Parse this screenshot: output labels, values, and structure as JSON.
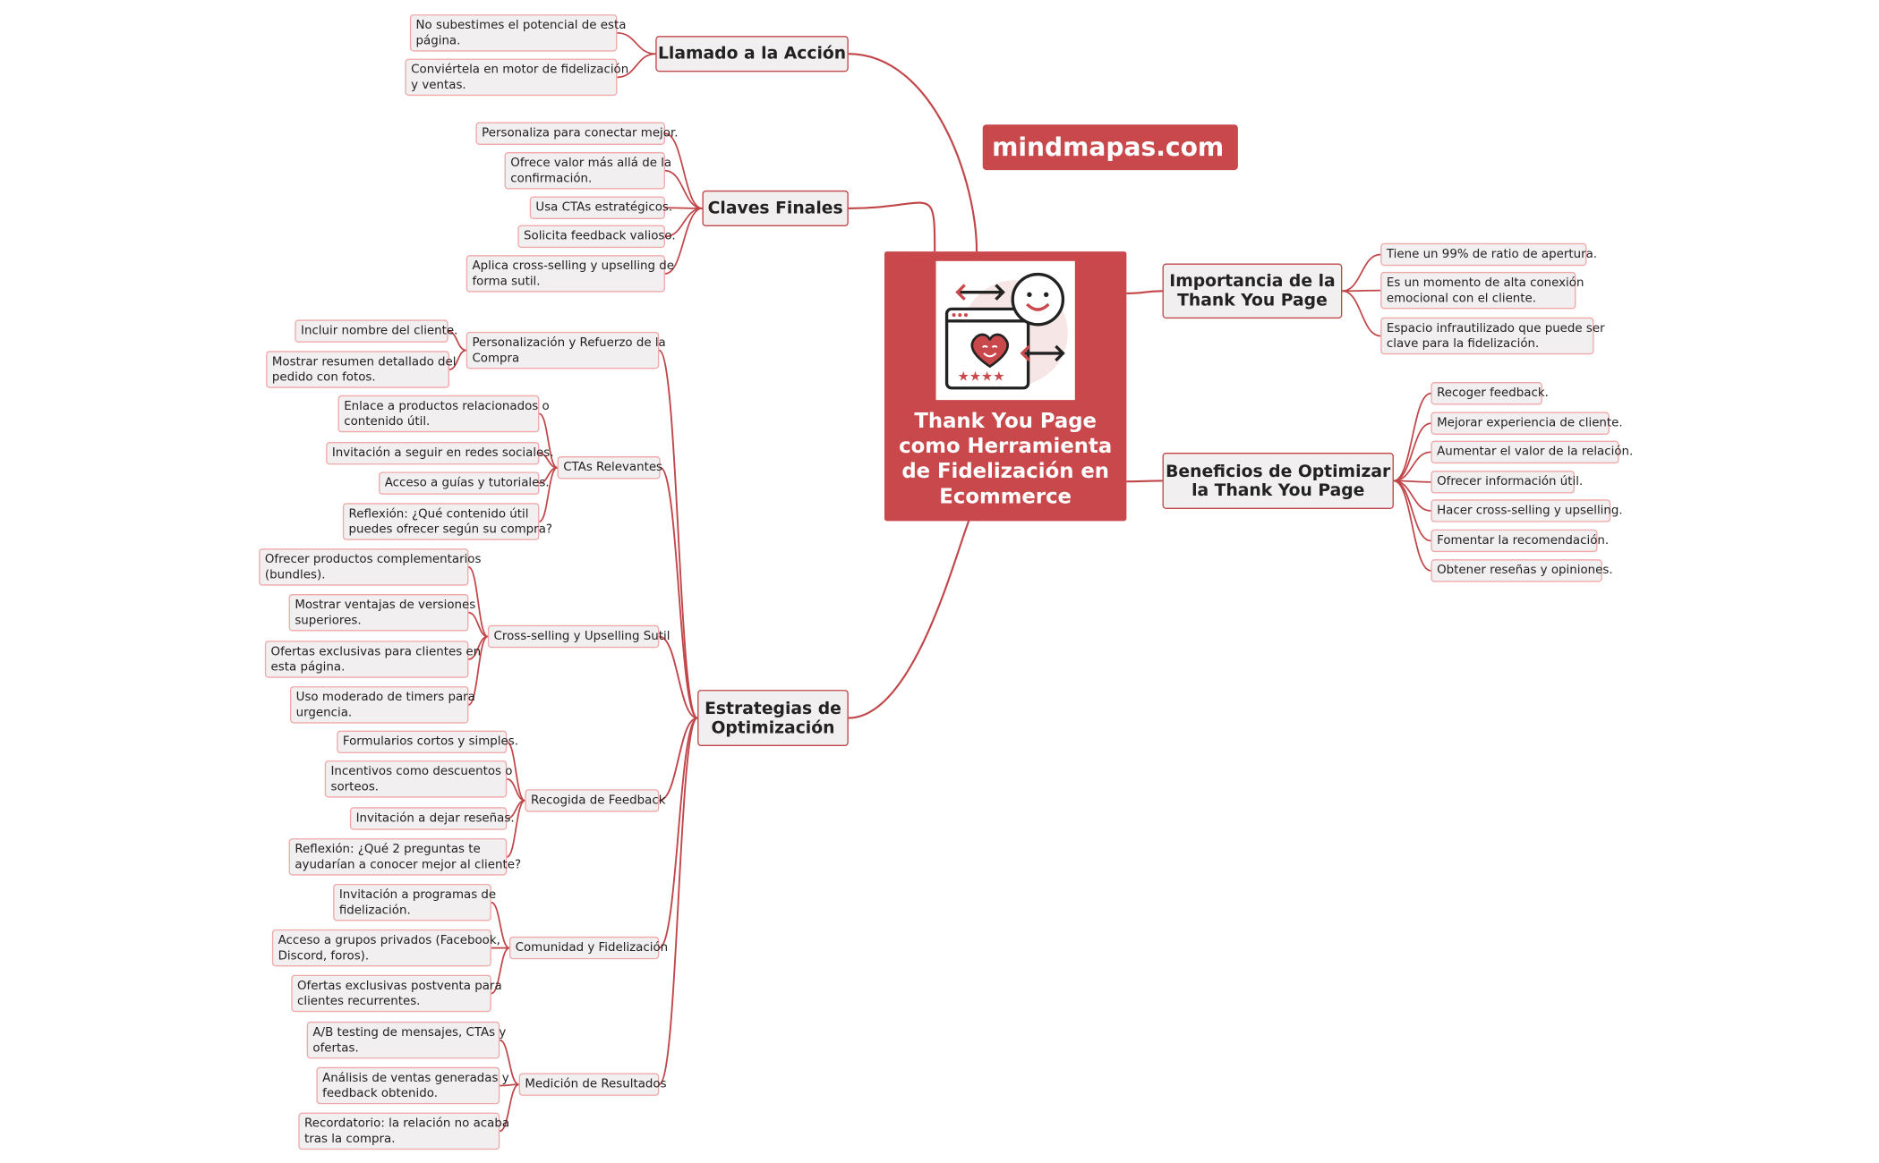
{
  "brand": {
    "label": "mindmapas.com"
  },
  "central": {
    "title_lines": [
      "Thank You Page",
      "como Herramienta",
      "de Fidelización en",
      "Ecommerce"
    ]
  },
  "branches": [
    {
      "title_lines": [
        "Llamado a la Acción"
      ],
      "items": [
        {
          "lines": [
            "No subestimes el potencial de esta",
            "página."
          ]
        },
        {
          "lines": [
            "Conviértela en motor de fidelización",
            "y ventas."
          ]
        }
      ]
    },
    {
      "title_lines": [
        "Claves Finales"
      ],
      "items": [
        {
          "lines": [
            "Personaliza para conectar mejor."
          ]
        },
        {
          "lines": [
            "Ofrece valor más allá de la",
            "confirmación."
          ]
        },
        {
          "lines": [
            "Usa CTAs estratégicos."
          ]
        },
        {
          "lines": [
            "Solicita feedback valioso."
          ]
        },
        {
          "lines": [
            "Aplica cross-selling y upselling de",
            "forma sutil."
          ]
        }
      ]
    },
    {
      "title_lines": [
        "Estrategias de",
        "Optimización"
      ],
      "subs": [
        {
          "lines": [
            "Personalización y Refuerzo de la",
            "Compra"
          ],
          "items": [
            {
              "lines": [
                "Incluir nombre del cliente."
              ]
            },
            {
              "lines": [
                "Mostrar resumen detallado del",
                "pedido con fotos."
              ]
            }
          ]
        },
        {
          "lines": [
            "CTAs Relevantes"
          ],
          "items": [
            {
              "lines": [
                "Enlace a productos relacionados o",
                "contenido útil."
              ]
            },
            {
              "lines": [
                "Invitación a seguir en redes sociales."
              ]
            },
            {
              "lines": [
                "Acceso a guías y tutoriales."
              ]
            },
            {
              "lines": [
                "Reflexión: ¿Qué contenido útil",
                "puedes ofrecer según su compra?"
              ]
            }
          ]
        },
        {
          "lines": [
            "Cross-selling y Upselling Sutil"
          ],
          "items": [
            {
              "lines": [
                "Ofrecer productos complementarios",
                "(bundles)."
              ]
            },
            {
              "lines": [
                "Mostrar ventajas de versiones",
                "superiores."
              ]
            },
            {
              "lines": [
                "Ofertas exclusivas para clientes en",
                "esta página."
              ]
            },
            {
              "lines": [
                "Uso moderado de timers para",
                "urgencia."
              ]
            }
          ]
        },
        {
          "lines": [
            "Recogida de Feedback"
          ],
          "items": [
            {
              "lines": [
                "Formularios cortos y simples."
              ]
            },
            {
              "lines": [
                "Incentivos como descuentos o",
                "sorteos."
              ]
            },
            {
              "lines": [
                "Invitación a dejar reseñas."
              ]
            },
            {
              "lines": [
                "Reflexión: ¿Qué 2 preguntas te",
                "ayudarían a conocer mejor al cliente?"
              ]
            }
          ]
        },
        {
          "lines": [
            "Comunidad y Fidelización"
          ],
          "items": [
            {
              "lines": [
                "Invitación a programas de",
                "fidelización."
              ]
            },
            {
              "lines": [
                "Acceso a grupos privados (Facebook,",
                "Discord, foros)."
              ]
            },
            {
              "lines": [
                "Ofertas exclusivas postventa para",
                "clientes recurrentes."
              ]
            }
          ]
        },
        {
          "lines": [
            "Medición de Resultados"
          ],
          "items": [
            {
              "lines": [
                "A/B testing de mensajes, CTAs y",
                "ofertas."
              ]
            },
            {
              "lines": [
                "Análisis de ventas generadas y",
                "feedback obtenido."
              ]
            },
            {
              "lines": [
                "Recordatorio: la relación no acaba",
                "tras la compra."
              ]
            }
          ]
        }
      ]
    },
    {
      "title_lines": [
        "Importancia de la",
        "Thank You Page"
      ],
      "items": [
        {
          "lines": [
            "Tiene un 99% de ratio de apertura."
          ]
        },
        {
          "lines": [
            "Es un momento de alta conexión",
            "emocional con el cliente."
          ]
        },
        {
          "lines": [
            "Espacio infrautilizado que puede ser",
            "clave para la fidelización."
          ]
        }
      ]
    },
    {
      "title_lines": [
        "Beneficios de Optimizar",
        "la Thank You Page"
      ],
      "items": [
        {
          "lines": [
            "Recoger feedback."
          ]
        },
        {
          "lines": [
            "Mejorar experiencia de cliente."
          ]
        },
        {
          "lines": [
            "Aumentar el valor de la relación."
          ]
        },
        {
          "lines": [
            "Ofrecer información útil."
          ]
        },
        {
          "lines": [
            "Hacer cross-selling y upselling."
          ]
        },
        {
          "lines": [
            "Fomentar la recomendación."
          ]
        },
        {
          "lines": [
            "Obtener reseñas y opiniones."
          ]
        }
      ]
    }
  ],
  "colors": {
    "accent": "#c9484b",
    "link": "#c0464a",
    "node_bg": "#f1efef",
    "node_border": "#f0a9a9"
  }
}
